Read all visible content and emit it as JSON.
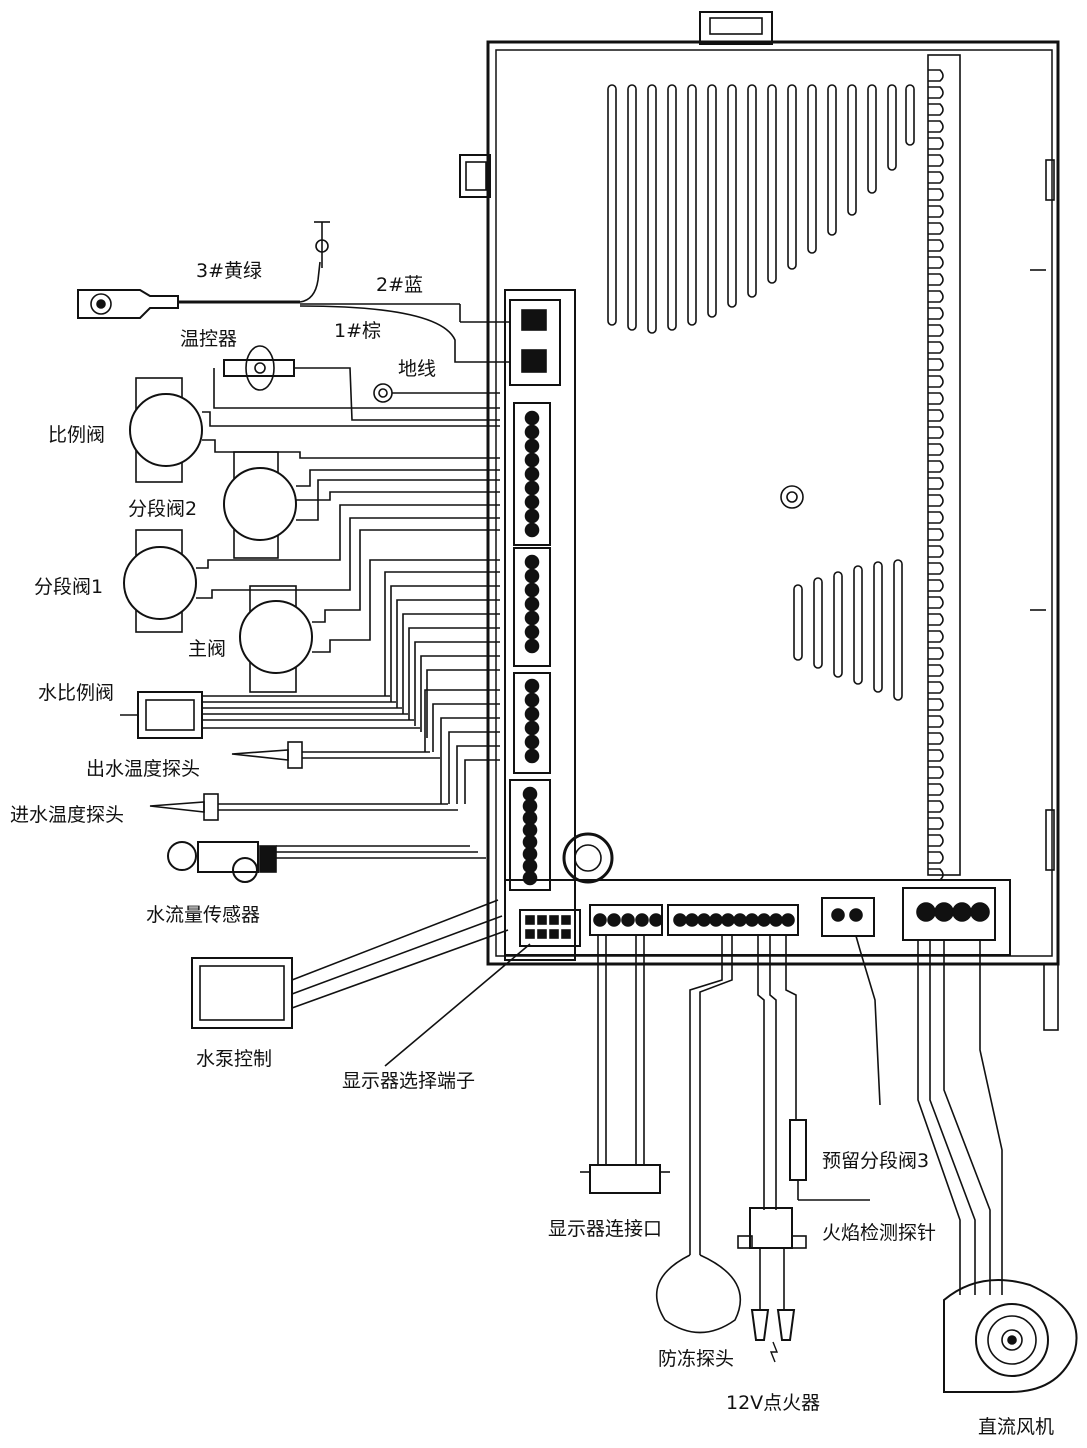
{
  "labels": {
    "wire_yellow_green": "3#黄绿",
    "wire_blue": "2#蓝",
    "wire_brown": "1#棕",
    "thermostat": "温控器",
    "ground_wire": "地线",
    "proportional_valve": "比例阀",
    "section_valve_2": "分段阀2",
    "section_valve_1": "分段阀1",
    "main_valve": "主阀",
    "water_proportional_valve": "水比例阀",
    "outlet_temp_probe": "出水温度探头",
    "inlet_temp_probe": "进水温度探头",
    "water_flow_sensor": "水流量传感器",
    "water_pump_control": "水泵控制",
    "display_select_terminal": "显示器选择端子",
    "display_connector": "显示器连接口",
    "reserved_section_valve_3": "预留分段阀3",
    "flame_detect_probe": "火焰检测探针",
    "antifreeze_probe": "防冻探头",
    "igniter_12v": "12V点火器",
    "dc_fan": "直流风机"
  }
}
